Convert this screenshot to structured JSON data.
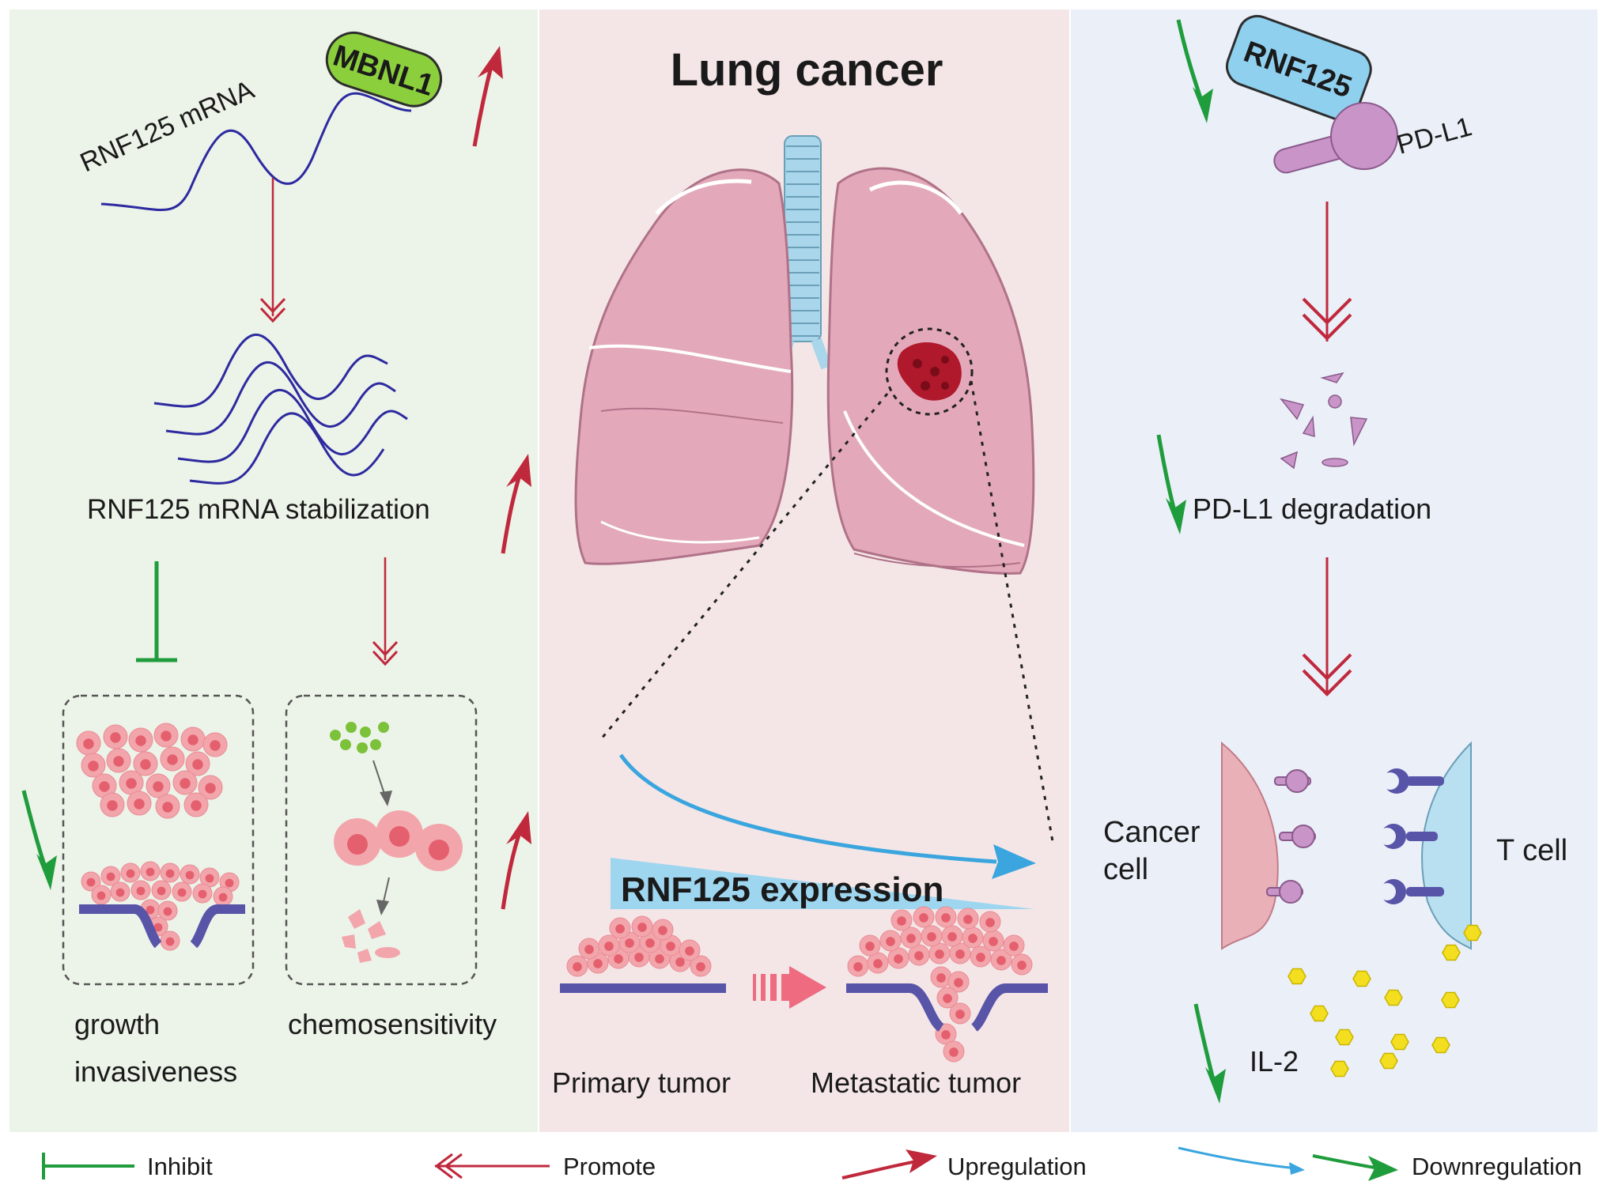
{
  "colors": {
    "left_panel": "#ecf3e8",
    "middle_panel": "#f4e6e6",
    "right_panel": "#eaeff8",
    "up_arrow": "#c0283c",
    "promote_arrow": "#c0283c",
    "inhibit": "#1f9c3c",
    "down_arrow": "#1f9c3c",
    "blue_arrow": "#3aa5de",
    "mrna_line": "#2d2aa0",
    "mbnl1": "#8ccf3c",
    "rnf125_box": "#8fd0ef",
    "pdl1": "#c994c8",
    "membrane": "#5854a8",
    "cell_pink": "#f2a6ac",
    "tcell": "#b8e0f0",
    "cancer_cell": "#eab0b8",
    "il2": "#f3df1f",
    "lung": "#e3a9bb",
    "tumor": "#b0182c"
  },
  "left": {
    "rna_label": "RNF125  mRNA",
    "mbnl1": "MBNL1",
    "stabilization": "RNF125 mRNA stabilization",
    "growth": "growth",
    "invasiveness": "invasiveness",
    "chemosensitivity": "chemosensitivity"
  },
  "middle": {
    "title": "Lung cancer",
    "expression": "RNF125 expression",
    "primary": "Primary tumor",
    "metastatic": "Metastatic tumor"
  },
  "right": {
    "rnf125": "RNF125",
    "pdl1": "PD-L1",
    "degradation": "PD-L1 degradation",
    "cancer_cell_1": "Cancer",
    "cancer_cell_2": "cell",
    "t_cell": "T cell",
    "il2": "IL-2"
  },
  "legend": {
    "inhibit": "Inhibit",
    "promote": "Promote",
    "upregulation": "Upregulation",
    "downregulation": "Downregulation"
  }
}
